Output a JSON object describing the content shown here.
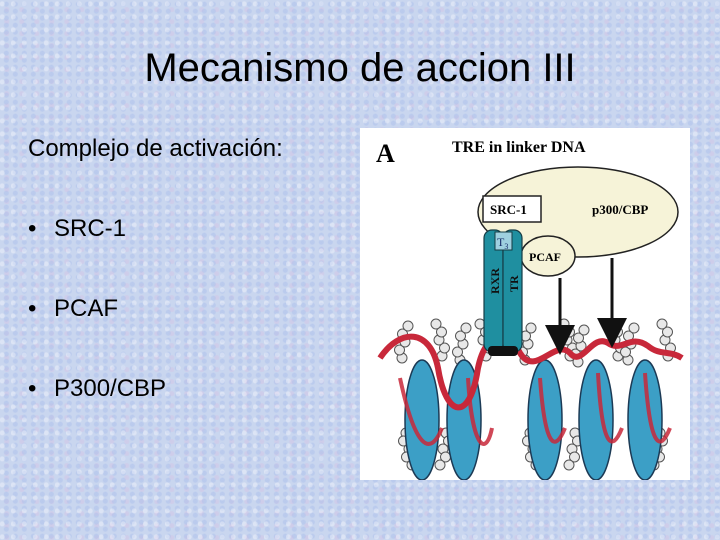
{
  "slide": {
    "title": "Mecanismo de accion III",
    "subtitle": "Complejo de  activación:",
    "bullet_symbol": "•",
    "bullets": [
      "SRC-1",
      "PCAF",
      "P300/CBP"
    ]
  },
  "figure": {
    "panel_letter": "A",
    "heading": "TRE in linker DNA",
    "labels": {
      "src1": "SRC-1",
      "p300": "p300/CBP",
      "t3": "T",
      "t3_sub": "3",
      "pcaf": "PCAF",
      "rxr": "RXR",
      "tr": "TR"
    },
    "colors": {
      "p300_fill": "#f6f3d8",
      "pcaf_fill": "#f6f3d8",
      "receptor_fill": "#1f8fa0",
      "nucleosome_fill": "#3c9fc6",
      "dna_strand": "#c8283a",
      "histone_tail": "#e8e8e8"
    }
  }
}
